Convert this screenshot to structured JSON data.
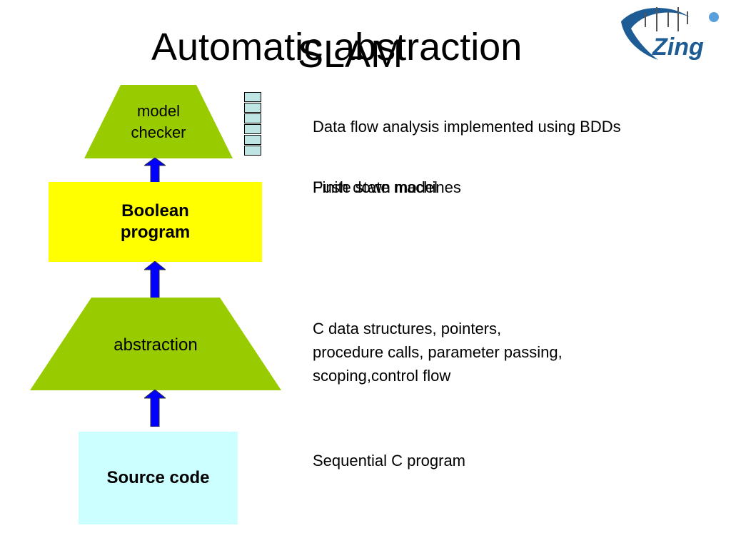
{
  "title": {
    "main": "Automatic abstraction",
    "overlay": "SLAM"
  },
  "logo": {
    "text": "Zing"
  },
  "stack": {
    "cells": 6
  },
  "layers": {
    "model_checker": {
      "line1": "model",
      "line2": "checker",
      "color": "#99cc00"
    },
    "boolean_program": {
      "line1": "Boolean",
      "line2": "program",
      "color": "#ffff00"
    },
    "abstraction": {
      "label": "abstraction",
      "color": "#99cc00"
    },
    "source_code": {
      "label": "Source code",
      "color": "#ccffff"
    }
  },
  "arrow_color": "#0000ff",
  "descriptions": {
    "model_checker": "Data flow analysis implemented using BDDs",
    "boolean_program_a": "Finite state machines",
    "boolean_program_b": "Push down model",
    "abstraction": [
      "C data structures, pointers,",
      "procedure calls, parameter passing,",
      "scoping,control flow"
    ],
    "source_code": "Sequential C program"
  }
}
